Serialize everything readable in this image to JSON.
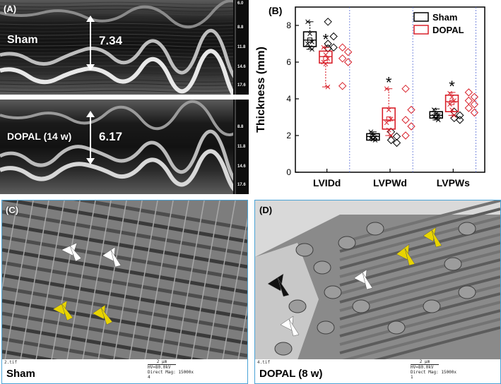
{
  "panel_a": {
    "label": "(A)",
    "top": {
      "name": "Sham",
      "measurement": "7.34"
    },
    "bottom": {
      "name": "DOPAL (14 w)",
      "measurement": "6.17"
    },
    "depth_ticks": [
      "6.0",
      "8.8",
      "11.8",
      "14.6",
      "17.6"
    ]
  },
  "panel_b": {
    "label": "(B)"
  },
  "chart_data": {
    "type": "box",
    "ylabel": "Thickness (mm)",
    "ylim": [
      0,
      9
    ],
    "yticks": [
      0,
      2,
      4,
      6,
      8
    ],
    "categories": [
      "LVIDd",
      "LVPWd",
      "LVPWs"
    ],
    "legend_position": "top-right",
    "series": [
      {
        "name": "Sham",
        "color": "#000000",
        "boxes": [
          {
            "min": 6.7,
            "q1": 6.85,
            "median": 7.2,
            "q3": 7.65,
            "max": 8.2,
            "mean": 7.2,
            "points": [
              8.2,
              7.55,
              7.1,
              7.0,
              6.8,
              6.7
            ]
          },
          {
            "min": 1.75,
            "q1": 1.75,
            "median": 1.95,
            "q3": 2.1,
            "max": 2.2,
            "mean": 1.95,
            "points": [
              2.2,
              2.0,
              1.9,
              1.85,
              1.8,
              1.75
            ]
          },
          {
            "min": 2.85,
            "q1": 2.95,
            "median": 3.1,
            "q3": 3.3,
            "max": 3.45,
            "mean": 3.1,
            "points": [
              3.4,
              3.2,
              3.1,
              3.05,
              2.95,
              2.85
            ]
          }
        ],
        "scatter": [
          [
            8.2,
            7.4,
            7.0,
            6.8,
            6.75
          ],
          [
            2.2,
            1.95,
            1.75,
            1.6
          ],
          [
            3.3,
            3.1,
            2.95,
            2.85
          ]
        ]
      },
      {
        "name": "DOPAL",
        "color": "#d8202a",
        "boxes": [
          {
            "min": 4.65,
            "q1": 5.95,
            "median": 6.3,
            "q3": 6.6,
            "max": 6.8,
            "mean": 6.2,
            "points": [
              6.8,
              6.4,
              6.2,
              6.0,
              5.9,
              4.65
            ]
          },
          {
            "min": 2.0,
            "q1": 2.35,
            "median": 2.85,
            "q3": 3.5,
            "max": 4.55,
            "mean": 2.9,
            "points": [
              4.55,
              3.4,
              2.9,
              2.7,
              2.3,
              2.0
            ]
          },
          {
            "min": 3.1,
            "q1": 3.3,
            "median": 3.85,
            "q3": 4.2,
            "max": 4.35,
            "mean": 3.8,
            "points": [
              4.3,
              4.1,
              3.9,
              3.7,
              3.4,
              3.1
            ]
          }
        ],
        "scatter": [
          [
            6.8,
            6.55,
            6.2,
            6.0,
            4.7
          ],
          [
            4.55,
            3.4,
            2.85,
            2.5,
            2.0
          ],
          [
            4.35,
            4.1,
            3.9,
            3.7,
            3.5,
            3.25
          ]
        ]
      }
    ],
    "annotations": [
      {
        "category": "LVIDd",
        "text": "*",
        "y": 7.4
      },
      {
        "category": "LVPWd",
        "text": "*",
        "y": 5.05
      },
      {
        "category": "LVPWs",
        "text": "*",
        "y": 4.85
      }
    ]
  },
  "panel_c": {
    "label": "(C)",
    "caption": "Sham",
    "file_id": "2.tif",
    "scale_text": "2 µm",
    "scale_info": [
      "HV=80.0kV",
      "Direct Mag: 15000x",
      "4"
    ]
  },
  "panel_d": {
    "label": "(D)",
    "caption": "DOPAL (8 w)",
    "file_id": "4.tif",
    "scale_text": "2 µm",
    "scale_info": [
      "HV=80.0kV",
      "Direct Mag: 15000x",
      "1"
    ]
  },
  "colors": {
    "sham": "#000000",
    "dopal": "#d8202a",
    "yellow_arrow": "#e8d400",
    "panel_border": "#4aa3d6"
  }
}
